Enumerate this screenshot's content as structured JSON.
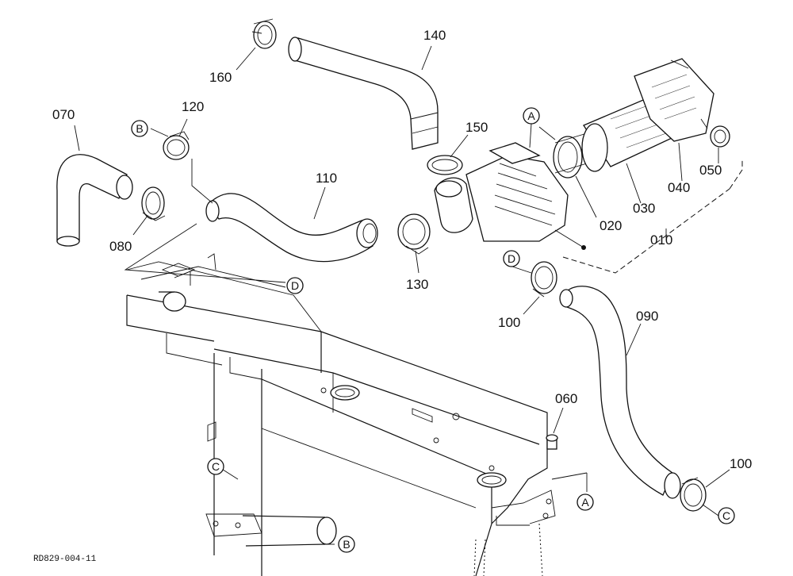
{
  "drawing_code": "RD829-004-11",
  "part_numbers": {
    "p010": "010",
    "p020": "020",
    "p030": "030",
    "p040": "040",
    "p050": "050",
    "p060": "060",
    "p070": "070",
    "p080": "080",
    "p090": "090",
    "p100a": "100",
    "p100b": "100",
    "p110": "110",
    "p120": "120",
    "p130": "130",
    "p140": "140",
    "p150": "150",
    "p160": "160"
  },
  "references": {
    "a_top": "A",
    "a_bottom": "A",
    "b_top": "B",
    "b_bottom": "B",
    "c_mid": "C",
    "c_right": "C",
    "d_mid": "D",
    "d_right": "D"
  }
}
